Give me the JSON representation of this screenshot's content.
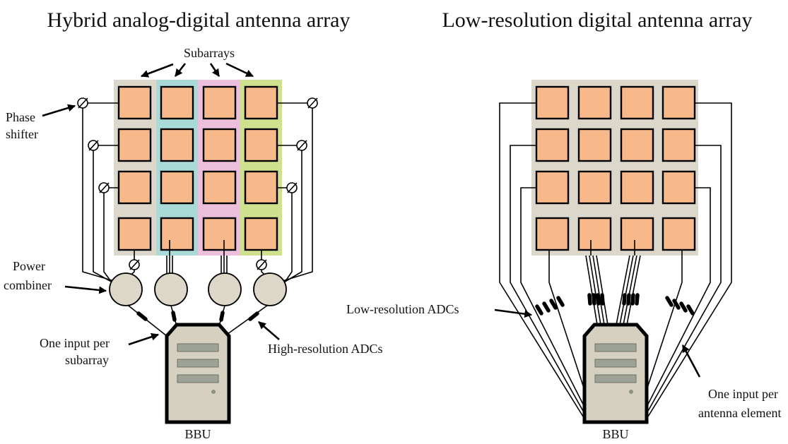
{
  "colors": {
    "array_bg": "#dcd7cb",
    "element_fill": "#f8b98a",
    "subarray_2": "#a9dad8",
    "subarray_3": "#ecc0dc",
    "subarray_4": "#cfe08f",
    "combiner_fill": "#dcd7c9",
    "bbu_fill": "#d6d0c1",
    "bbu_panel": "#9da296"
  },
  "left_panel": {
    "title": "Hybrid analog-digital antenna array",
    "labels": {
      "subarrays": "Subarrays",
      "phase_shifter_line1": "Phase",
      "phase_shifter_line2": "shifter",
      "power_combiner_line1": "Power",
      "power_combiner_line2": "combiner",
      "one_input_line1": "One input per",
      "one_input_line2": "subarray",
      "high_res_adcs": "High-resolution ADCs",
      "bbu": "BBU"
    }
  },
  "right_panel": {
    "title": "Low-resolution digital antenna array",
    "labels": {
      "low_res_adcs": "Low-resolution ADCs",
      "one_input_line1": "One input per",
      "one_input_line2": "antenna element",
      "bbu": "BBU"
    }
  }
}
